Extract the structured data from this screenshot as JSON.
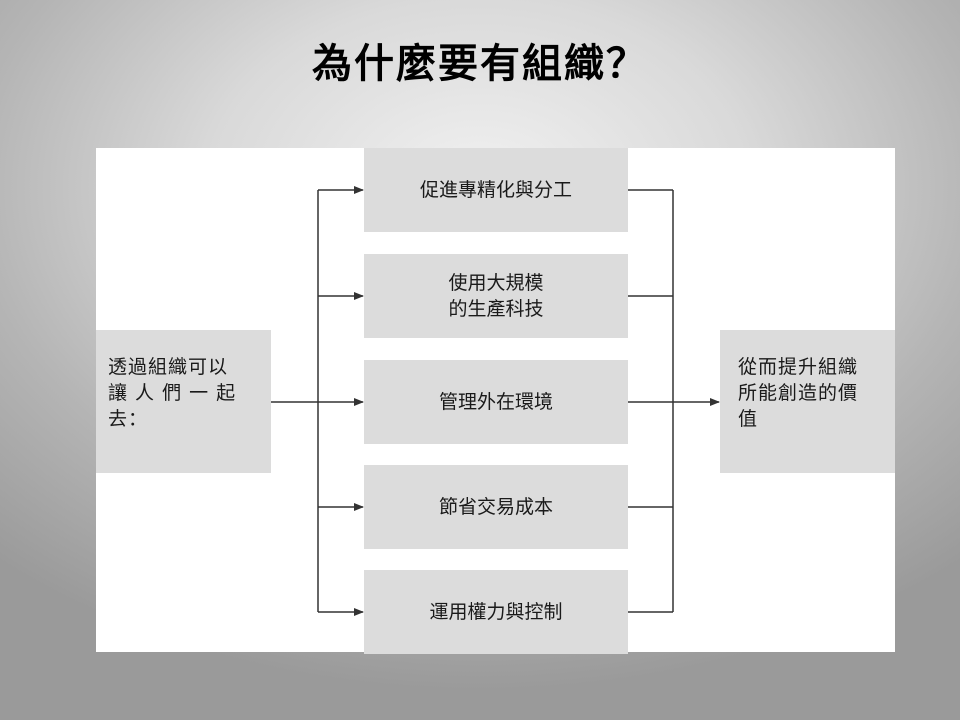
{
  "slide": {
    "title": "為什麼要有組織？"
  },
  "diagram": {
    "input_box": "透過組織可以\n讓 人 們 一 起\n去：",
    "output_box": "從而提升組織\n所能創造的價\n值",
    "factors": [
      "促進專精化與分工",
      "使用大規模\n的生產科技",
      "管理外在環境",
      "節省交易成本",
      "運用權力與控制"
    ]
  },
  "colors": {
    "box_fill": "#dcdcdc",
    "panel_fill": "#ffffff",
    "line": "#333333"
  }
}
